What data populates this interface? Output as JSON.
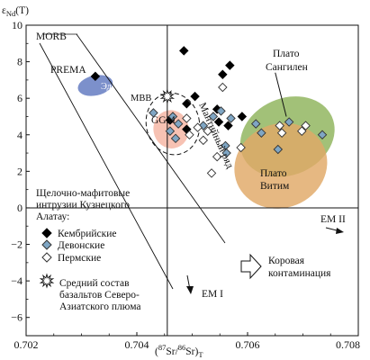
{
  "chart_data": {
    "type": "scatter",
    "title": "",
    "xlabel": {
      "pre": "(",
      "sup1": "87",
      "mid": "Sr/",
      "sup2": "86",
      "post": "Sr)",
      "sub": "T"
    },
    "ylabel": {
      "main": "ε",
      "sub": "Nd",
      "post": "(T)"
    },
    "xlim": [
      0.702,
      0.708
    ],
    "ylim": [
      -7,
      10
    ],
    "x_ticks": [
      "0.702",
      "0.704",
      "0.706",
      "0.708"
    ],
    "x_tick_values": [
      0.702,
      0.704,
      0.706,
      0.708
    ],
    "y_ticks": [
      "−6",
      "−4",
      "−2",
      "0",
      "2",
      "4",
      "6",
      "8",
      "10"
    ],
    "y_tick_values": [
      -6,
      -4,
      -2,
      0,
      2,
      4,
      6,
      8,
      10
    ],
    "reference_lines": {
      "x": 0.70455,
      "y": 0
    },
    "series": [
      {
        "name": "Кембрийские",
        "marker": "filled-diamond",
        "color": "#000000",
        "points": [
          [
            0.70325,
            7.2
          ],
          [
            0.70485,
            8.6
          ],
          [
            0.7049,
            5.7
          ],
          [
            0.70505,
            6.1
          ],
          [
            0.70555,
            7.3
          ],
          [
            0.70568,
            7.8
          ],
          [
            0.70548,
            4.7
          ],
          [
            0.70565,
            4.5
          ],
          [
            0.70545,
            5.4
          ],
          [
            0.7059,
            5.0
          ],
          [
            0.7046,
            4.8
          ],
          [
            0.7049,
            4.3
          ]
        ]
      },
      {
        "name": "Девонские",
        "marker": "blue-diamond",
        "color": "#7fa6c4",
        "points": [
          [
            0.7043,
            5.2
          ],
          [
            0.70465,
            5.0
          ],
          [
            0.70475,
            4.6
          ],
          [
            0.7046,
            4.2
          ],
          [
            0.7052,
            4.5
          ],
          [
            0.70538,
            5.0
          ],
          [
            0.70552,
            5.3
          ],
          [
            0.7057,
            4.9
          ],
          [
            0.7056,
            3.4
          ],
          [
            0.70562,
            3.0
          ],
          [
            0.70625,
            4.1
          ],
          [
            0.70615,
            4.6
          ],
          [
            0.70655,
            3.2
          ],
          [
            0.70675,
            4.7
          ],
          [
            0.70735,
            4.0
          ],
          [
            0.7047,
            3.8
          ]
        ]
      },
      {
        "name": "Пермские",
        "marker": "open-diamond",
        "color": "#ffffff",
        "points": [
          [
            0.7049,
            4.9
          ],
          [
            0.7051,
            4.4
          ],
          [
            0.70495,
            4.0
          ],
          [
            0.7052,
            3.7
          ],
          [
            0.70555,
            6.6
          ],
          [
            0.70535,
            1.9
          ],
          [
            0.70545,
            2.8
          ],
          [
            0.70588,
            3.3
          ],
          [
            0.70658,
            4.5
          ],
          [
            0.70662,
            4.1
          ],
          [
            0.70705,
            4.5
          ],
          [
            0.70698,
            4.2
          ],
          [
            0.70528,
            4.2
          ]
        ]
      }
    ],
    "star": {
      "x": 0.70455,
      "y": 6.1
    },
    "fields": [
      {
        "name": "Плато Сангилен",
        "color": "#8db35a",
        "cx": 0.70672,
        "cy": 3.9,
        "rx": 0.00088,
        "ry": 2.1,
        "rot": -24
      },
      {
        "name": "Плато Витим",
        "color": "#e0a866",
        "cx": 0.7066,
        "cy": 2.3,
        "rx": 0.00085,
        "ry": 2.3,
        "rot": -22
      },
      {
        "name": "GGM",
        "color": "#f5b5a2",
        "cx": 0.70462,
        "cy": 4.3,
        "rx": 0.00032,
        "ry": 1.05,
        "rot": -10
      },
      {
        "name": "Эд",
        "color": "#5f78c0",
        "cx": 0.70325,
        "cy": 6.7,
        "rx": 0.00032,
        "ry": 0.55,
        "rot": -12
      }
    ],
    "annotations": {
      "morb": "MORB",
      "prema": "PREMA",
      "ed": "Эд",
      "mbb": "MBB",
      "ggm": "GGM",
      "mantle": "Мантийный ряд",
      "sangilen_1": "Плато",
      "sangilen_2": "Сангилен",
      "vitim_1": "Плато",
      "vitim_2": "Витим",
      "em2": "EM II",
      "em1": "EM I",
      "crust_1": "Коровая",
      "crust_2": "контаминация"
    },
    "legend": {
      "title_lines": [
        "Щелочно-мафитовые",
        "интрузии Кузнецкого",
        "Алатау:"
      ],
      "star_lines": [
        "Средний состав",
        "базальтов Северо-",
        "Азиатского плюма"
      ]
    }
  }
}
